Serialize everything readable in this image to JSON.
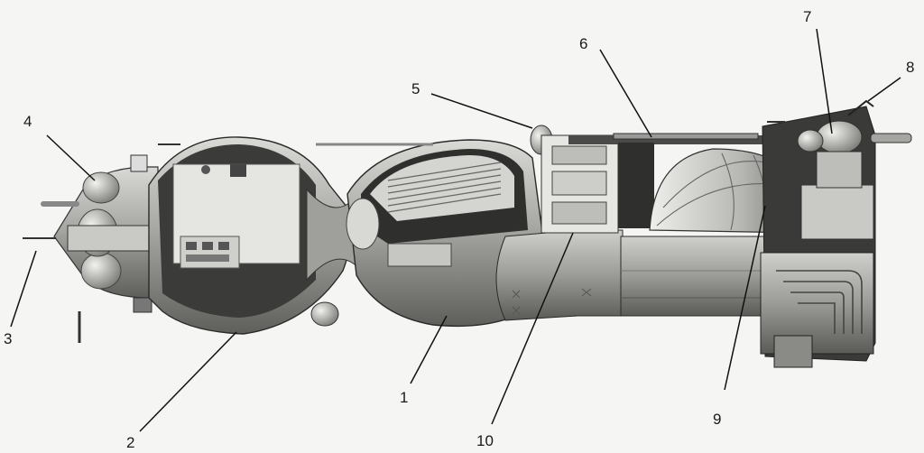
{
  "diagram": {
    "callouts": [
      {
        "id": "c1",
        "label": "1"
      },
      {
        "id": "c2",
        "label": "2"
      },
      {
        "id": "c3",
        "label": "3"
      },
      {
        "id": "c4",
        "label": "4"
      },
      {
        "id": "c5",
        "label": "5"
      },
      {
        "id": "c6",
        "label": "6"
      },
      {
        "id": "c7",
        "label": "7"
      },
      {
        "id": "c8",
        "label": "8"
      },
      {
        "id": "c9",
        "label": "9"
      },
      {
        "id": "c10",
        "label": "10"
      }
    ]
  },
  "colors": {
    "background": "#f5f5f3",
    "hull_light": "#b8b8b4",
    "hull_mid": "#8d8d89",
    "hull_dark": "#3a3a38",
    "interior_light": "#e6e6e2",
    "line": "#111111"
  }
}
